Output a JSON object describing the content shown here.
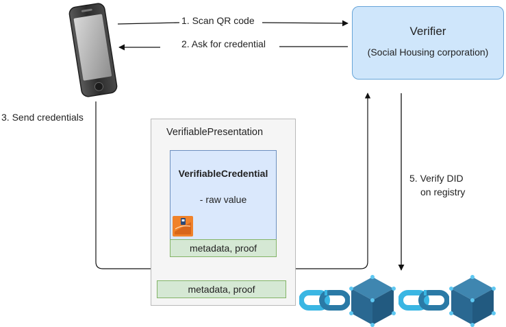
{
  "verifier": {
    "title": "Verifier",
    "subtitle": "(Social Housing corporation)"
  },
  "steps": {
    "scan": "1. Scan QR code",
    "ask": "2. Ask  for credential",
    "send": "3. Send credentials",
    "verify_line1": "5. Verify DID",
    "verify_line2": "on registry"
  },
  "presentation": {
    "title": "VerifiablePresentation",
    "metadata": "metadata, proof",
    "credential": {
      "title": "VerifiableCredential",
      "value": "- raw value",
      "metadata": "metadata, proof"
    }
  },
  "icons": {
    "phone": "smartphone-icon",
    "wallet": "wallet-icon",
    "chain": "chain-link-icon",
    "cube": "blockchain-cube-icon"
  },
  "colors": {
    "verifier_fill": "#cfe6fb",
    "credential_fill": "#dae8fc",
    "metadata_fill": "#d5e8d4",
    "chain_light": "#3ab6e3",
    "chain_dark": "#2a7aa6",
    "cube": "#2e6d92"
  }
}
